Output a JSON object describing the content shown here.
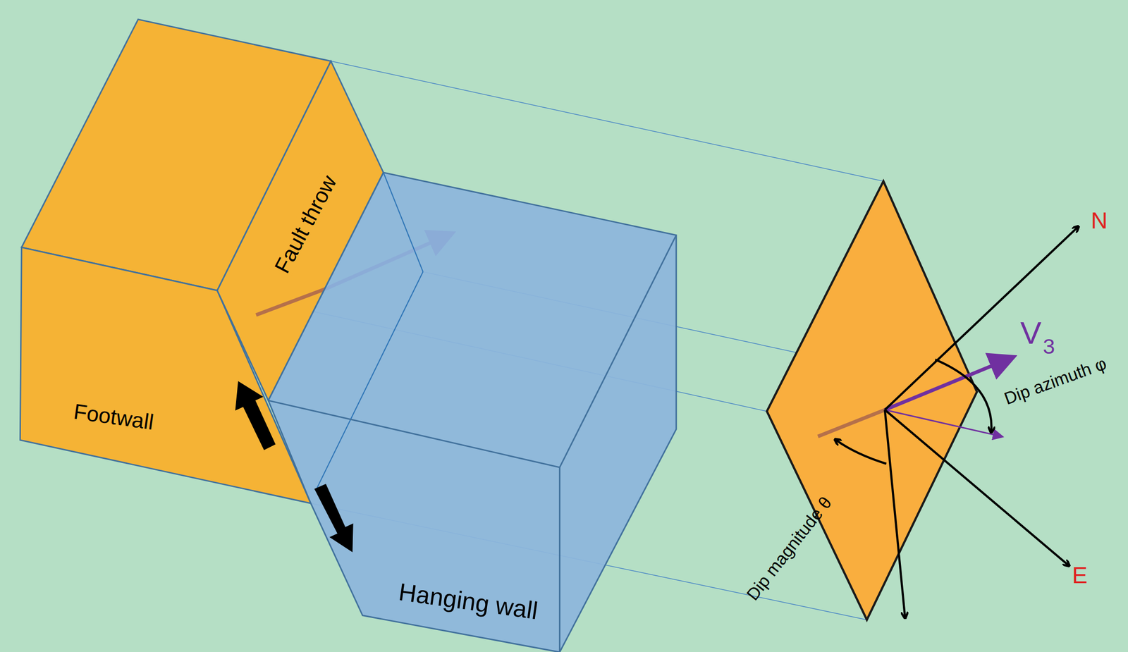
{
  "diagram": {
    "labels": [
      "Fault throw",
      "Footwall",
      "Hanging wall",
      "V",
      "3",
      "N",
      "E",
      "Dip azimuth φ",
      "Dip magnitude θ"
    ]
  }
}
